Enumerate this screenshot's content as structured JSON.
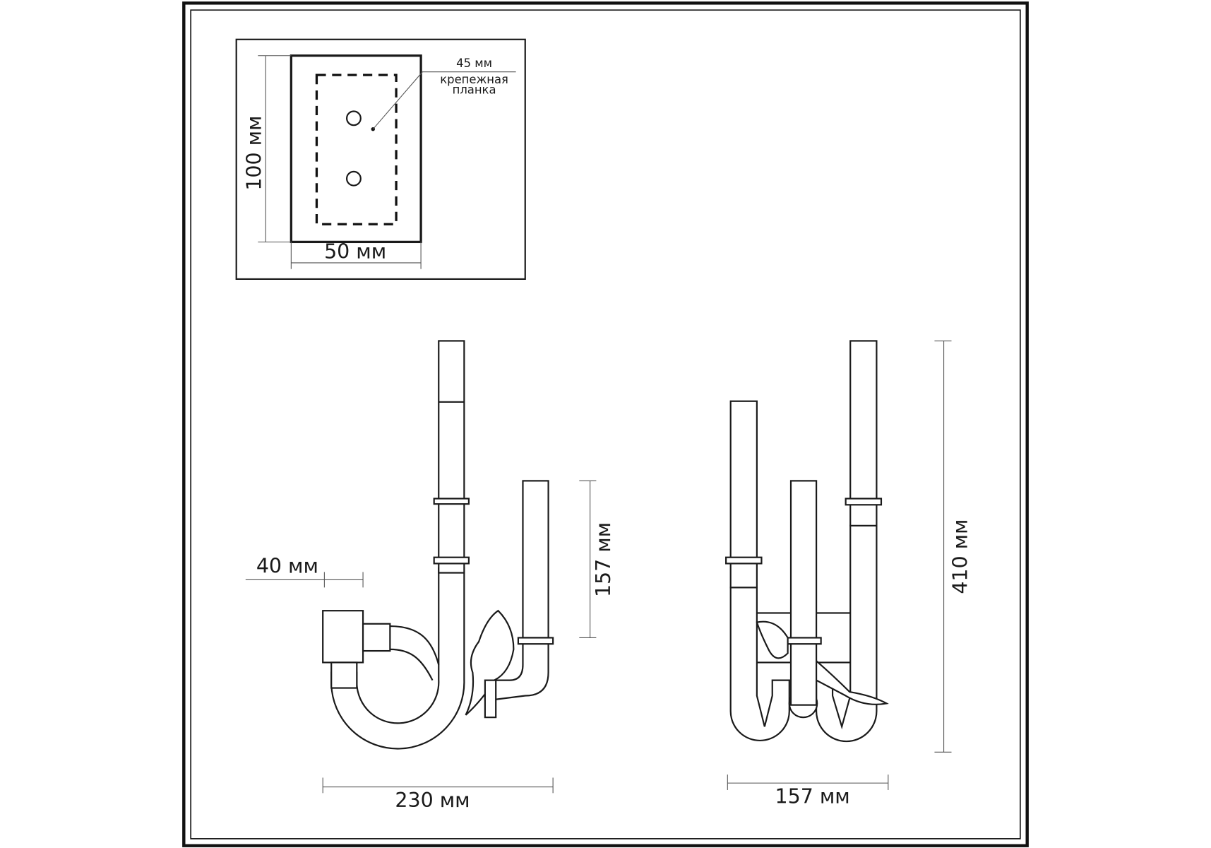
{
  "bracket": {
    "height_label": "100 мм",
    "width_label": "50 мм",
    "plate_size_label": "45 мм",
    "plate_label_line1": "крепежная",
    "plate_label_line2": "планка"
  },
  "side_view": {
    "depth_label": "40 мм",
    "short_arm_height_label": "157 мм",
    "width_label": "230 мм"
  },
  "front_view": {
    "height_label": "410 мм",
    "width_label": "157 мм"
  }
}
